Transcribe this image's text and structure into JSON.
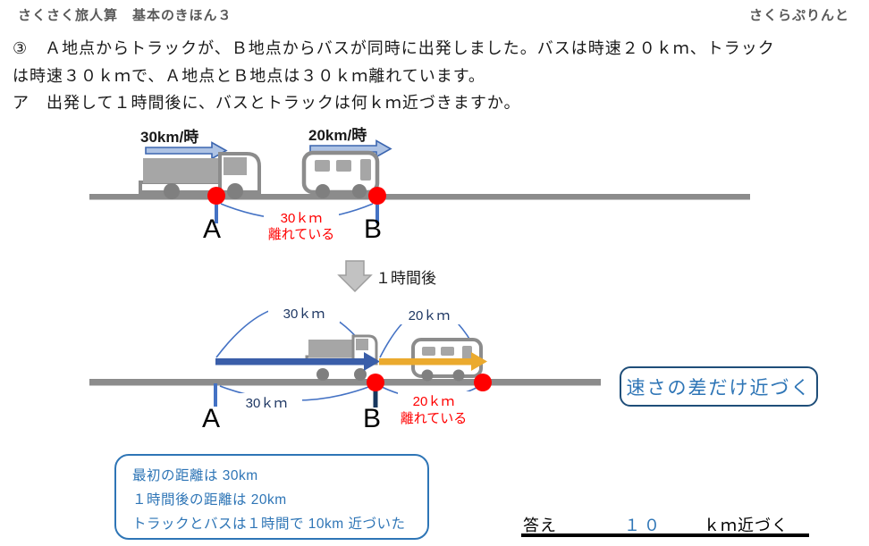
{
  "header": {
    "left": "さくさく旅人算　基本のきほん３",
    "right": "さくらぷりんと"
  },
  "problem": {
    "line1": "③　Ａ地点からトラックが、Ｂ地点からバスが同時に出発しました。バスは時速２０ｋｍ、トラック",
    "line2": "は時速３０ｋｍで、Ａ地点とＢ地点は３０ｋｍ離れています。",
    "sub_question": "ア　出発して１時間後に、バスとトラックは何ｋｍ近づきますか。"
  },
  "diagram_before": {
    "truck_speed": "30km/時",
    "bus_speed": "20km/時",
    "point_a": "A",
    "point_b": "B",
    "distance": "30ｋｍ",
    "distance_note": "離れている"
  },
  "transition": {
    "label": "１時間後"
  },
  "diagram_after": {
    "truck_travel": "30ｋｍ",
    "bus_travel": "20ｋｍ",
    "ab_distance": "30ｋｍ",
    "gap_distance": "20ｋｍ",
    "gap_note": "離れている",
    "point_a": "A",
    "point_b": "B"
  },
  "callout": {
    "text": "速さの差だけ近づく"
  },
  "summary_box": {
    "line1": "最初の距離は 30km",
    "line2": "１時間後の距離は 20km",
    "line3": "トラックとバスは１時間で 10km 近づいた"
  },
  "answer": {
    "label": "答え",
    "value": "１０",
    "unit": "ｋｍ近づく"
  },
  "colors": {
    "red": "#FF0000",
    "text_blue": "#2E75B6",
    "box_navy": "#1F4E79",
    "arc_blue": "#4472C4",
    "solid_arrow_blue": "#3A5EA9",
    "solid_arrow_gold": "#EBAA2E",
    "road_gray": "#8C8C8C"
  }
}
